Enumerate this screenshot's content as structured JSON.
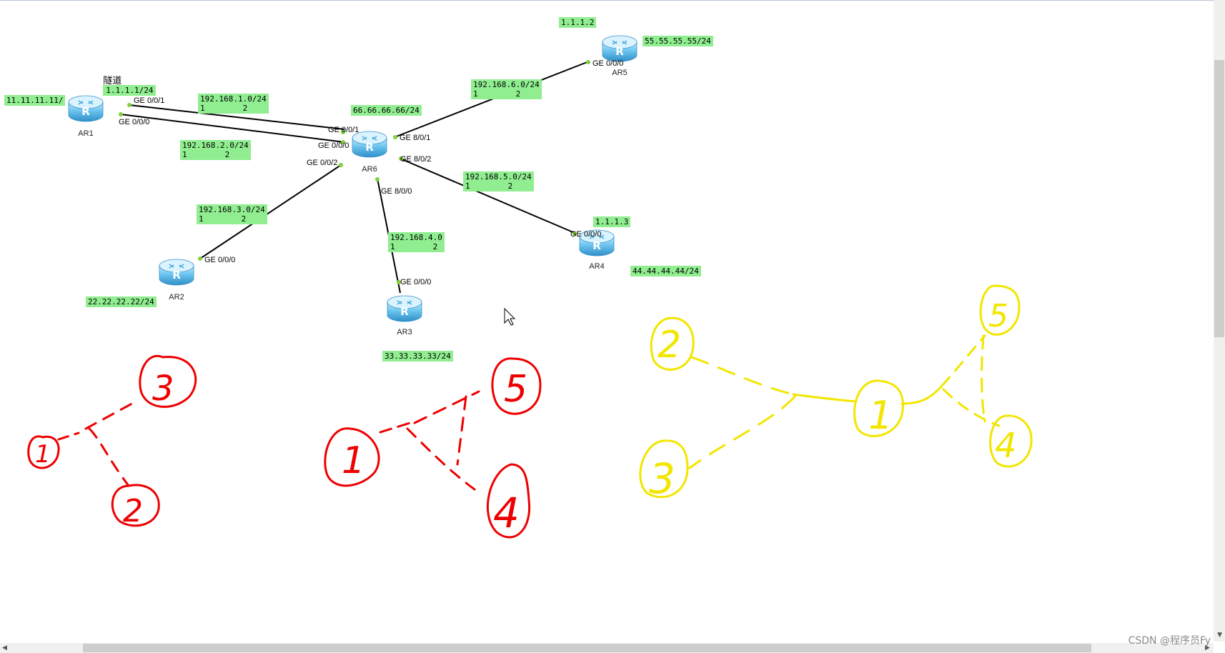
{
  "routers": [
    {
      "id": "AR1",
      "label": "AR1"
    },
    {
      "id": "AR2",
      "label": "AR2"
    },
    {
      "id": "AR3",
      "label": "AR3"
    },
    {
      "id": "AR4",
      "label": "AR4"
    },
    {
      "id": "AR5",
      "label": "AR5"
    },
    {
      "id": "AR6",
      "label": "AR6"
    }
  ],
  "labels": {
    "ar1_loop": "11.11.11.11/",
    "tunnel_word": "隧道",
    "tunnel_ip": "1.1.1.1/24",
    "net_1": "192.168.1.0/24\n1        2",
    "net_2": "192.168.2.0/24\n1        2",
    "net_3": "192.168.3.0/24\n1        2",
    "net_4": "192.168.4.0\n1        2",
    "net_5": "192.168.5.0/24\n1        2",
    "net_6": "192.168.6.0/24\n1        2",
    "ar6_loop": "66.66.66.66/24",
    "ar5_tunnel": "1.1.1.2",
    "ar5_loop": "55.55.55.55/24",
    "ar4_tunnel": "1.1.1.3",
    "ar4_loop": "44.44.44.44/24",
    "ar2_loop": "22.22.22.22/24",
    "ar3_loop": "33.33.33.33/24"
  },
  "ports": {
    "ar1_g001": "GE 0/0/1",
    "ar1_g000": "GE 0/0/0",
    "ar6_g001": "GE 0/0/1",
    "ar6_g000": "GE 0/0/0",
    "ar6_g002": "GE 0/0/2",
    "ar6_g801": "GE 8/0/1",
    "ar6_g802": "GE 8/0/2",
    "ar6_g800": "GE 8/0/0",
    "ar2_g000": "GE 0/0/0",
    "ar3_g000": "GE 0/0/0",
    "ar4_g000": "GE 0/0/0",
    "ar5_g000": "GE 0/0/0"
  },
  "sketch_digits": {
    "red1": [
      "1",
      "3",
      "2"
    ],
    "red2": [
      "1",
      "5",
      "4"
    ],
    "yellow": [
      "2",
      "3",
      "1",
      "5",
      "4"
    ]
  },
  "colors": {
    "label_bg": "#90ee90",
    "router_blue": "#5cb8e6",
    "sketch_red": "#ee0000",
    "sketch_yellow": "#f2e600",
    "link": "#000000"
  },
  "watermark": "CSDN @程序员Fy"
}
